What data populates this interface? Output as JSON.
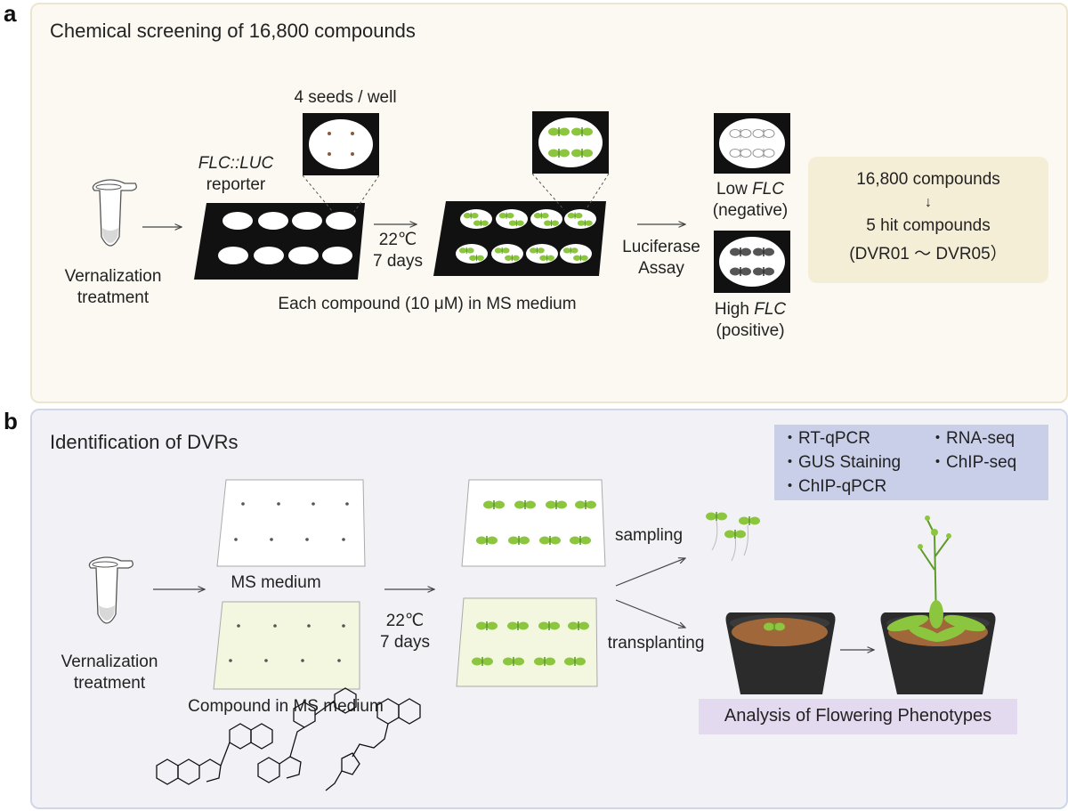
{
  "panel_a": {
    "letter": "a",
    "title": "Chemical screening of 16,800 compounds",
    "tube_label_1": "Vernalization",
    "tube_label_2": "treatment",
    "reporter_1": "FLC::LUC",
    "reporter_2": "reporter",
    "seeds_label": "4 seeds / well",
    "condition_temp": "22℃",
    "condition_days": "7 days",
    "plate_caption": "Each compound (10 μM) in MS medium",
    "assay_1": "Luciferase",
    "assay_2": "Assay",
    "low_1": "Low ",
    "low_gene": "FLC",
    "low_2": "(negative)",
    "high_1": "High ",
    "high_gene": "FLC",
    "high_2": "(positive)",
    "hit_line1": "16,800 compounds",
    "hit_arrow": "↓",
    "hit_line2": "5 hit compounds",
    "hit_line3": "(DVR01 〜 DVR05）"
  },
  "panel_b": {
    "letter": "b",
    "title": "Identification of DVRs",
    "tube_label_1": "Vernalization",
    "tube_label_2": "treatment",
    "ms_medium": "MS medium",
    "compound_medium": "Compound in MS medium",
    "condition_temp": "22℃",
    "condition_days": "7 days",
    "sampling": "sampling",
    "transplanting": "transplanting",
    "assays": [
      "・RT-qPCR",
      "・RNA-seq",
      "・GUS Staining",
      "・ChIP-seq",
      "・ChIP-qPCR"
    ],
    "phenotype": "Analysis of Flowering Phenotypes"
  },
  "colors": {
    "panel_a_bg": "#fbf9f1",
    "panel_b_bg": "#f2f2f6",
    "plate_black": "#111111",
    "seedling_green": "#8cc63f",
    "hit_box": "#f5eed7",
    "assay_box": "#c9cfe9",
    "phenotype_box": "#e4daf0",
    "soil": "#a0683a",
    "pot": "#2b2b2b"
  }
}
